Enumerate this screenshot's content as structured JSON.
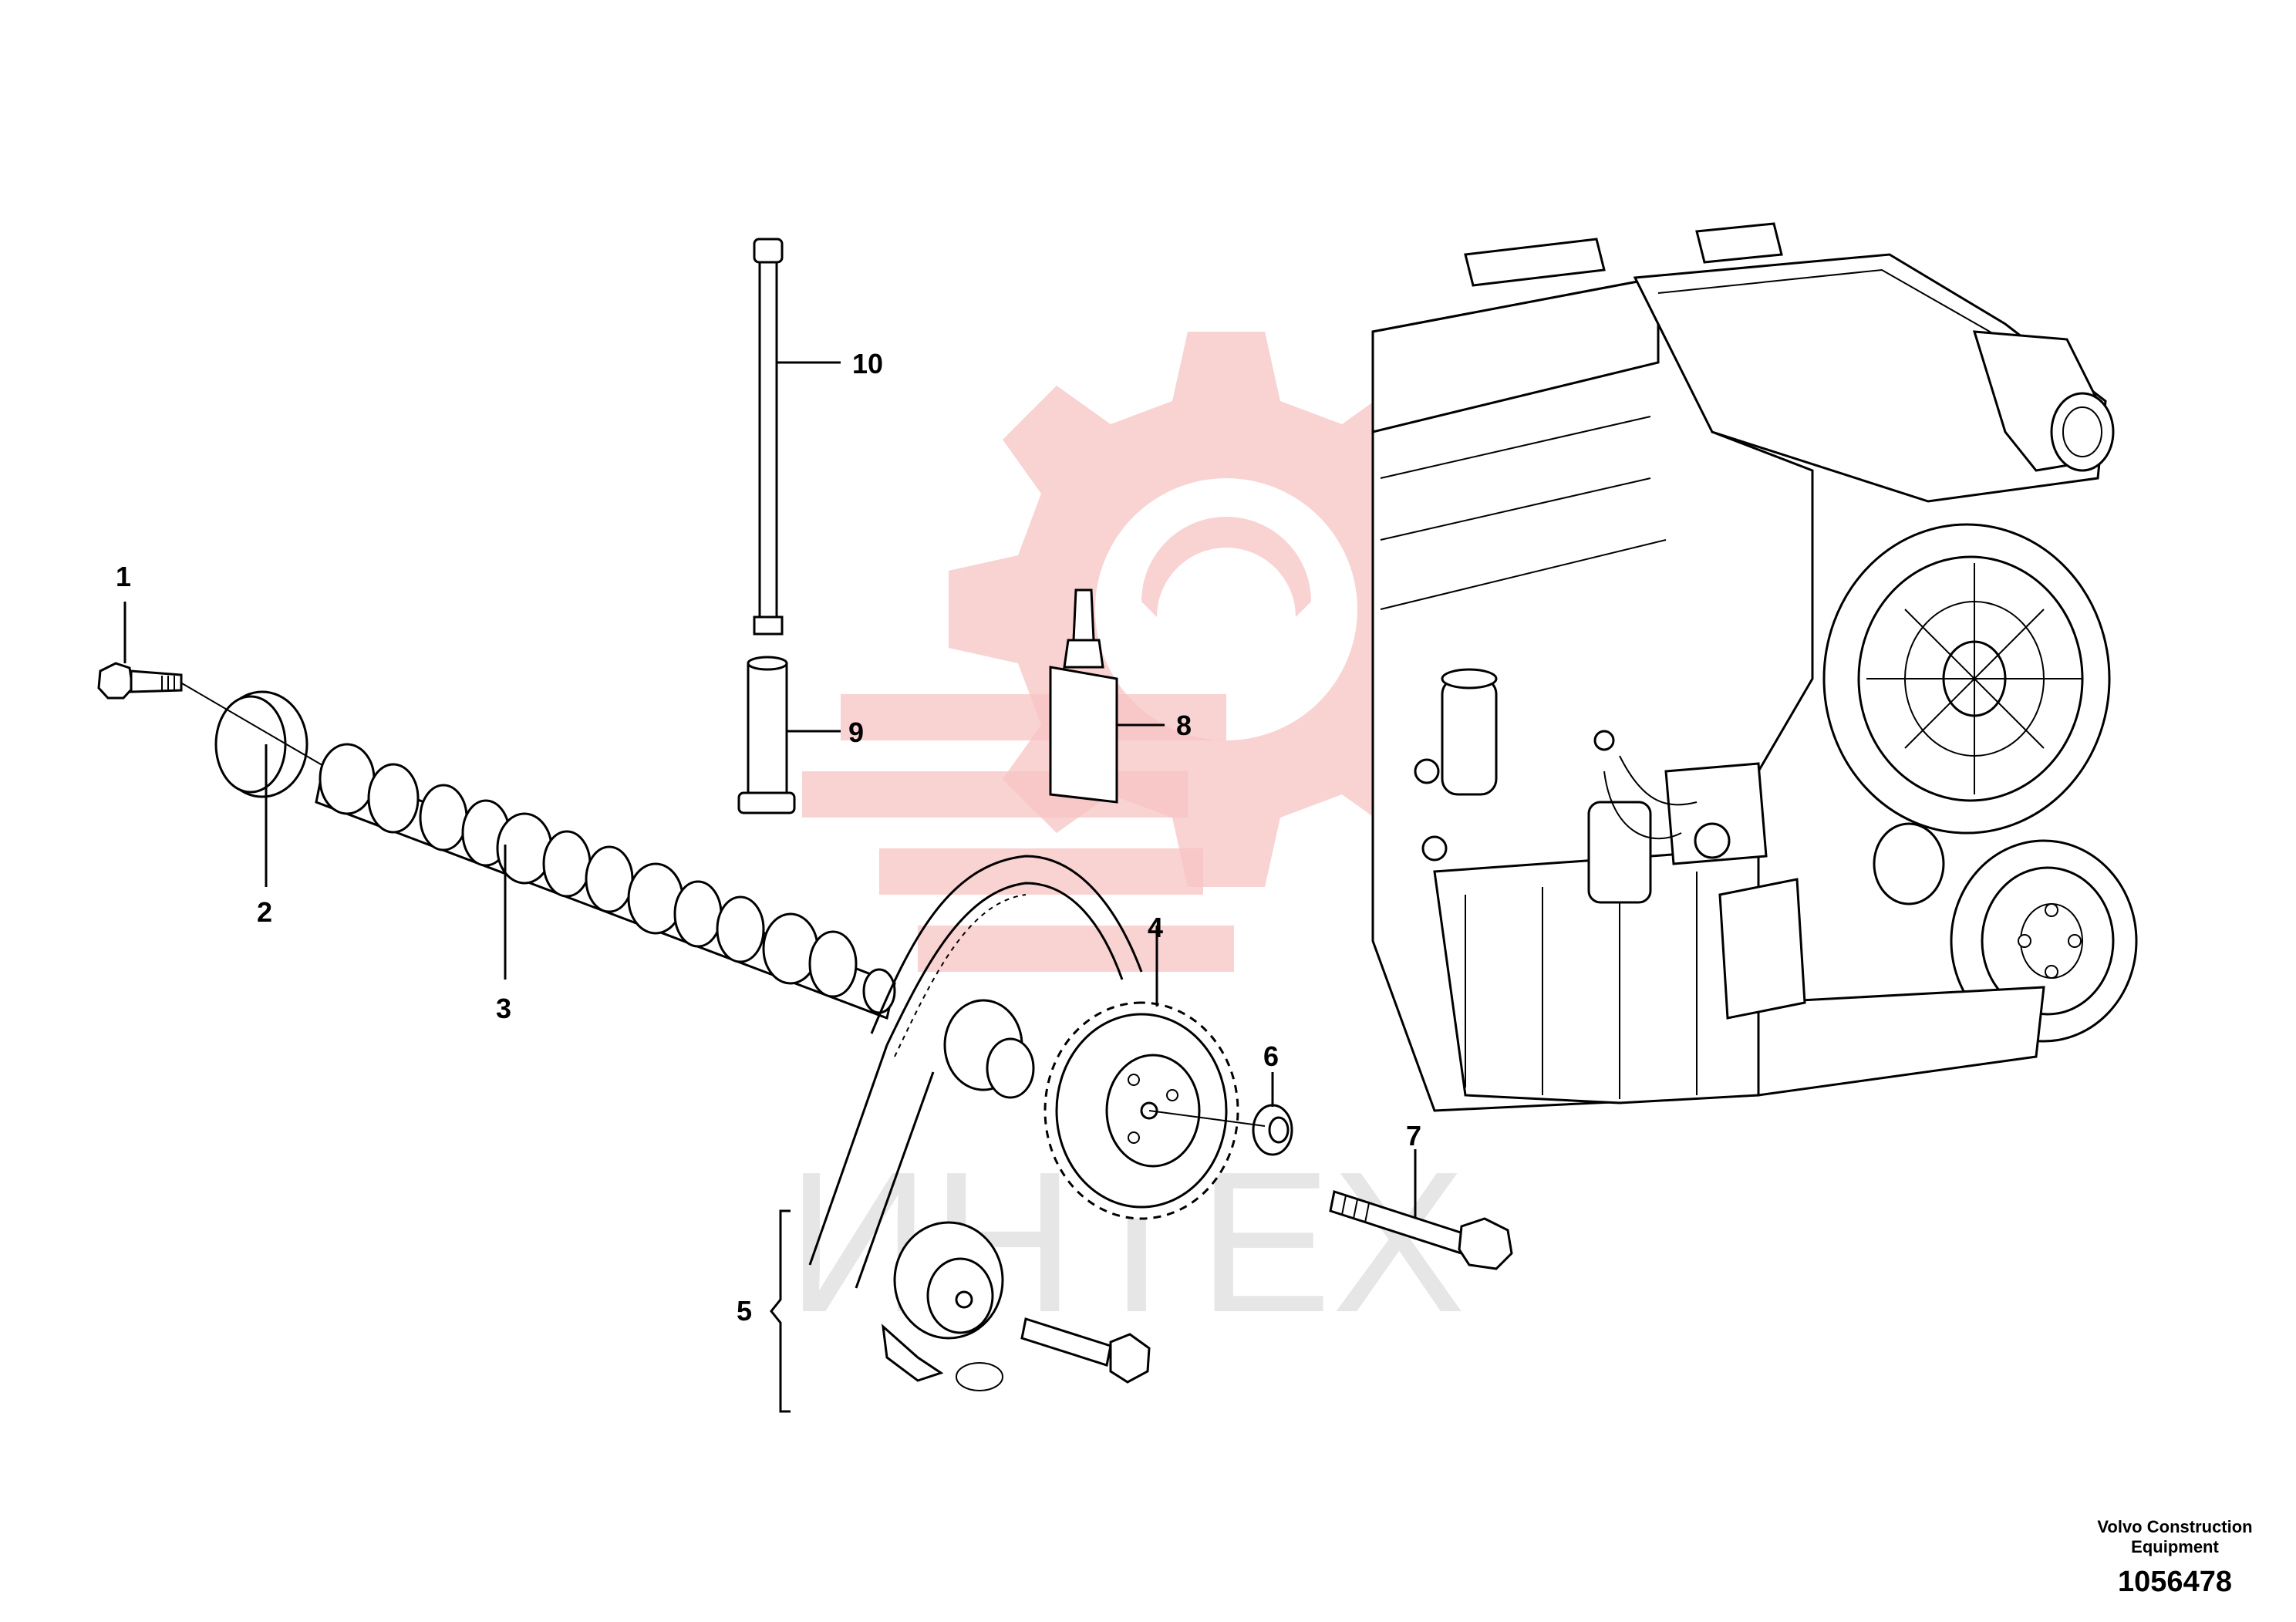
{
  "callouts": [
    {
      "id": "1",
      "label": "1"
    },
    {
      "id": "2",
      "label": "2"
    },
    {
      "id": "3",
      "label": "3"
    },
    {
      "id": "4",
      "label": "4"
    },
    {
      "id": "5",
      "label": "5"
    },
    {
      "id": "6",
      "label": "6"
    },
    {
      "id": "7",
      "label": "7"
    },
    {
      "id": "8",
      "label": "8"
    },
    {
      "id": "9",
      "label": "9"
    },
    {
      "id": "10",
      "label": "10"
    }
  ],
  "footer": {
    "brand_line1": "Volvo Construction",
    "brand_line2": "Equipment",
    "drawing_number": "1056478"
  },
  "watermark": {
    "text": "ИНТЕХ",
    "color": "#f7c3c3"
  }
}
